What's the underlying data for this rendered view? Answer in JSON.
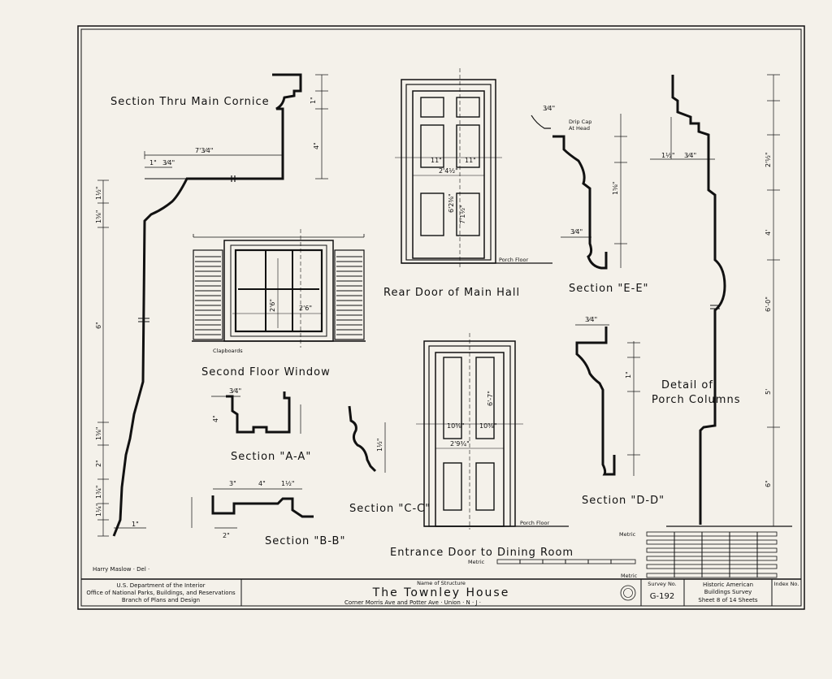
{
  "labels": {
    "cornice": "Section Thru Main Cornice",
    "rear_door": "Rear Door of Main Hall",
    "second_window": "Second Floor Window",
    "section_aa": "Section \"A-A\"",
    "section_bb": "Section \"B-B\"",
    "section_cc": "Section \"C-C\"",
    "section_dd": "Section \"D-D\"",
    "section_ee": "Section \"E-E\"",
    "entrance_door": "Entrance Door to Dining Room",
    "porch_columns_1": "Detail of",
    "porch_columns_2": "Porch Columns",
    "porch_floor_1": "Porch Floor",
    "porch_floor_2": "Porch Floor",
    "clapboards": "Clapboards",
    "drip_cap_1": "Drip Cap",
    "drip_cap_2": "At Head",
    "metric_1": "Metric",
    "metric_2": "Metric",
    "metric_3": "Metric",
    "delineator": "Harry Maslow · Del ·"
  },
  "dimensions": {
    "cornice_width": "7'3⁄4\"",
    "cornice_a": "1\"",
    "cornice_b": "3⁄4\"",
    "cornice_h1": "1\"",
    "cornice_h2": "4\"",
    "cornice_left1": "1½\"",
    "cornice_left2": "1⅝\"",
    "cornice_left3": "6\"",
    "cornice_left4": "1⅝\"",
    "cornice_left5": "2\"",
    "cornice_left6": "1¾\"",
    "cornice_left7": "1¼\"",
    "cornice_bottom": "1\"",
    "window_w": "2'6\"",
    "window_h": "2'6\"",
    "rear_w": "2'4½\"",
    "rear_h1": "6'2⅜\"",
    "rear_h2": "7'1½\"",
    "rear_p1": "11\"",
    "rear_p2": "11\"",
    "entrance_w": "2'9¾\"",
    "entrance_h": "6'-7\"",
    "entrance_p1": "10⅜\"",
    "entrance_p2": "10⅜\"",
    "ee_top": "3⁄4\"",
    "ee_bottom": "3⁄4\"",
    "ee_h": "1⅝\"",
    "dd_top": "3⁄4\"",
    "dd_h": "1\"",
    "col_1": "1½\"",
    "col_2": "3⁄4\"",
    "col_h1": "2'½\"",
    "col_h2": "4'",
    "col_h3": "6'-0\"",
    "col_h4": "5'",
    "col_h5": "6\"",
    "aa_1": "3⁄4\"",
    "aa_2": "4\"",
    "bb_1": "3\"",
    "bb_2": "4\"",
    "bb_3": "1½\"",
    "bb_4": "2\"",
    "cc_1": "1½\""
  },
  "title_block": {
    "dept_1": "U.S. Department of the Interior",
    "dept_2": "Office of National Parks, Buildings, and Reservations",
    "dept_3": "Branch of Plans and Design",
    "name_caption": "Name of Structure",
    "name": "The Townley House",
    "address": "Corner Morris Ave and Potter Ave · Union · N · J ·",
    "survey_caption": "Survey No.",
    "survey_no": "G-192",
    "habs_1": "Historic American",
    "habs_2": "Buildings Survey",
    "sheet_info": "Sheet 8 of 14 Sheets",
    "index_caption": "Index No."
  }
}
